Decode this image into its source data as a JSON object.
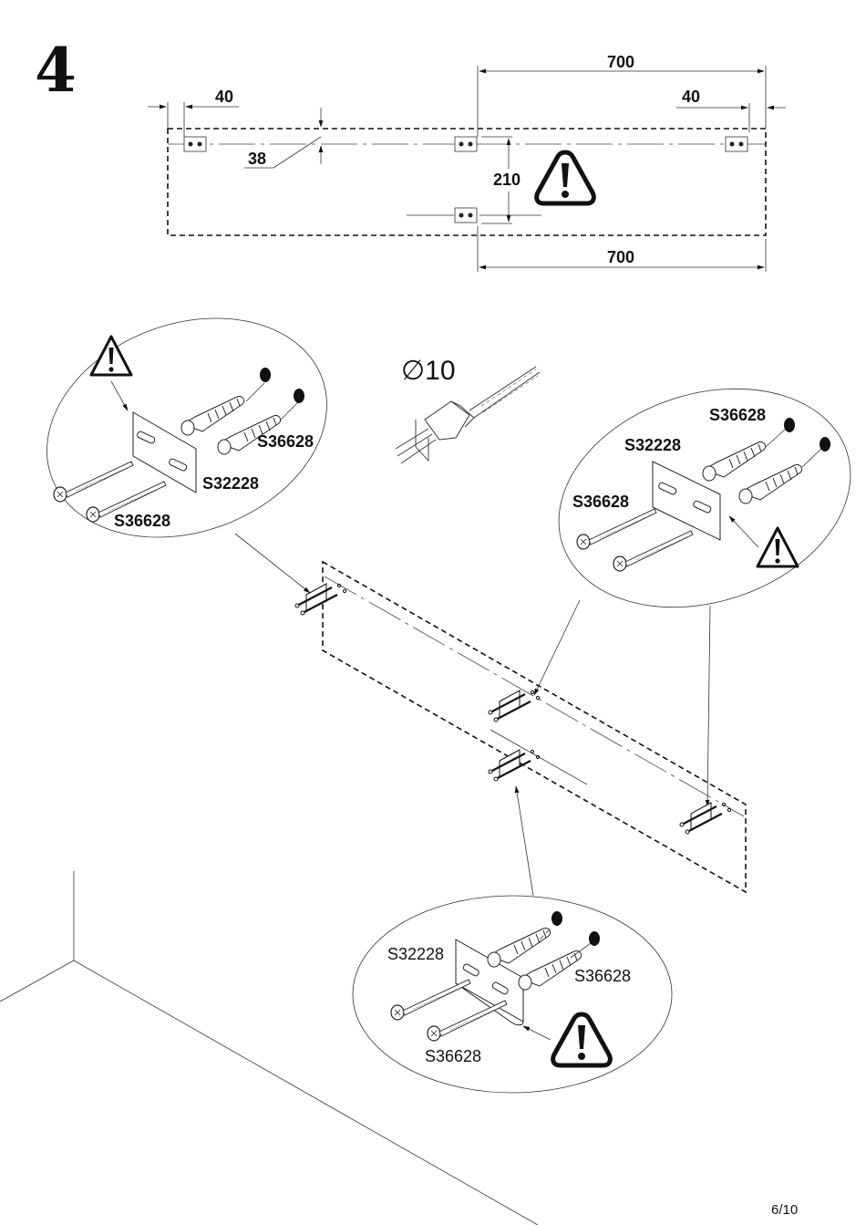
{
  "page": {
    "step_number": "4",
    "page_indicator": "6/10"
  },
  "top_drawing": {
    "dimensions": {
      "edge_left": "40",
      "edge_right": "40",
      "top_offset": "38",
      "vertical_spacing": "210",
      "horizontal_top": "700",
      "horizontal_bottom": "700"
    },
    "warning_icon": "warning-triangle-icon"
  },
  "drill": {
    "diameter_label": "∅10",
    "icon": "drill-icon"
  },
  "detail_left": {
    "labels": {
      "dowel": "S36628",
      "bracket": "S32228",
      "screw": "S36628"
    }
  },
  "detail_right": {
    "labels": {
      "dowel": "S36628",
      "bracket": "S32228",
      "screw": "S36628"
    }
  },
  "detail_bottom": {
    "labels": {
      "bracket": "S32228",
      "dowel": "S36628",
      "screw": "S36628"
    }
  }
}
